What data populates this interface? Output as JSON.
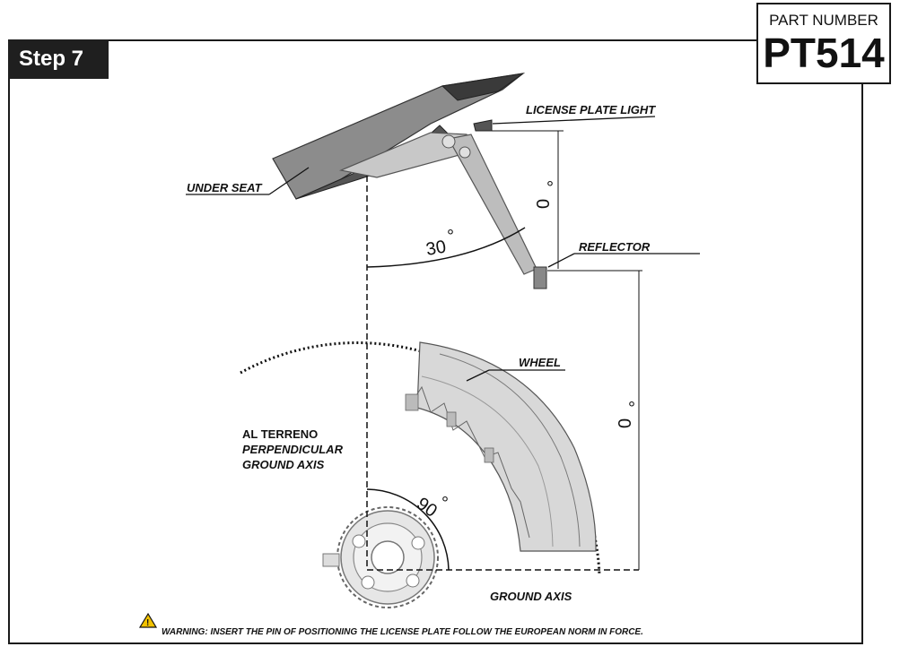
{
  "step": {
    "label": "Step 7"
  },
  "part": {
    "label": "PART NUMBER",
    "value": "PT514"
  },
  "labels": {
    "license_plate_light": "LICENSE PLATE LIGHT",
    "under_seat": "UNDER SEAT",
    "reflector": "REFLECTOR",
    "wheel": "WHEEL",
    "al_terreno": "AL TERRENO",
    "perpendicular": "PERPENDICULAR",
    "ground_axis_side": "GROUND AXIS",
    "ground_axis": "GROUND AXIS"
  },
  "angles": {
    "bracket": "30",
    "light_to_reflector": "0",
    "reflector_to_ground": "0",
    "ground": "90",
    "degree_symbol": "°"
  },
  "warning": {
    "prefix": "WARNING:",
    "text": " INSERT THE PIN OF POSITIONING THE LICENSE PLATE FOLLOW THE EUROPEAN NORM IN FORCE."
  },
  "colors": {
    "frame": "#1a1a1a",
    "badge": "#1f1f1f",
    "warning_icon": "#f2c200"
  }
}
